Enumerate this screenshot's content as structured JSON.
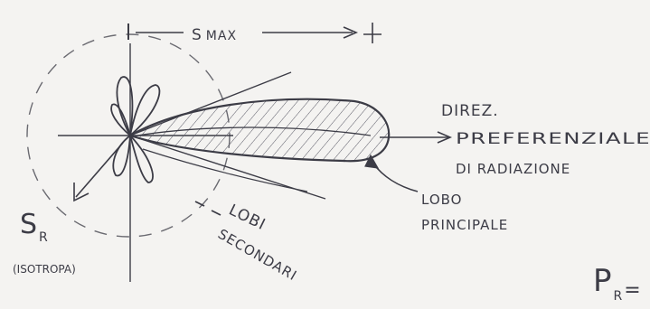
{
  "labels": {
    "s_max_symbol": "S",
    "s_max_subscript": "MAX",
    "direction_line1": "DIREZ.",
    "direction_line2": "PREFERENZIALE",
    "direction_line3": "DI RADIAZIONE",
    "main_lobe_line1": "LOBO",
    "main_lobe_line2": "PRINCIPALE",
    "side_lobes_line1": "LOBI",
    "side_lobes_line2": "SECONDARI",
    "s_r_symbol": "S",
    "s_r_subscript": "R",
    "isotropic": "(ISOTROPA)",
    "p_r_symbol": "P",
    "p_r_subscript": "R",
    "p_r_equals": "="
  },
  "colors": {
    "paper": "#f4f3f1",
    "ink": "#3c3c46",
    "hatch": "#5a5a66"
  }
}
